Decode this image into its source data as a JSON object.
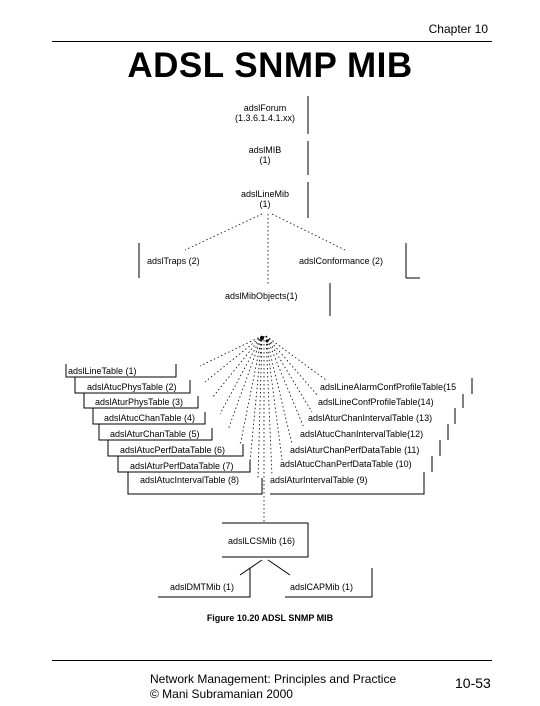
{
  "header": {
    "chapter": "Chapter 10",
    "title": "ADSL SNMP MIB"
  },
  "tree": {
    "adslForum_name": "adslForum",
    "adslForum_oid": "(1.3.6.1.4.1.xx)",
    "adslMIB_name": "adslMIB",
    "adslMIB_oid": "(1)",
    "adslLineMib_name": "adslLineMib",
    "adslLineMib_oid": "(1)",
    "traps": "adslTraps (2)",
    "conformance": "adslConformance (2)",
    "objects": "adslMibObjects(1)",
    "left_tables": [
      "adslLineTable (1)",
      "adslAtucPhysTable (2)",
      "adslAturPhysTable (3)",
      "adslAtucChanTable (4)",
      "adslAturChanTable (5)",
      "adslAtucPerfDataTable (6)",
      "adslAturPerfDataTable (7)",
      "adslAtucIntervalTable (8)"
    ],
    "right_tables": [
      "adslLineAlarmConfProfileTable(15",
      "adslLineConfProfileTable(14)",
      "adslAturChanIntervalTable (13)",
      "adslAtucChanIntervalTable(12)",
      "adslAturChanPerfDataTable (11)",
      "adslAtucChanPerfDataTable (10)",
      "adslAturIntervalTable (9)"
    ],
    "lcs": "adslLCSMib (16)",
    "dmt": "adslDMTMib (1)",
    "cap": "adslCAPMib (1)"
  },
  "caption": "Figure 10.20 ADSL SNMP MIB",
  "footer": {
    "line1": "Network Management: Principles and Practice",
    "line2": "© Mani Subramanian 2000",
    "page": "10-53"
  }
}
